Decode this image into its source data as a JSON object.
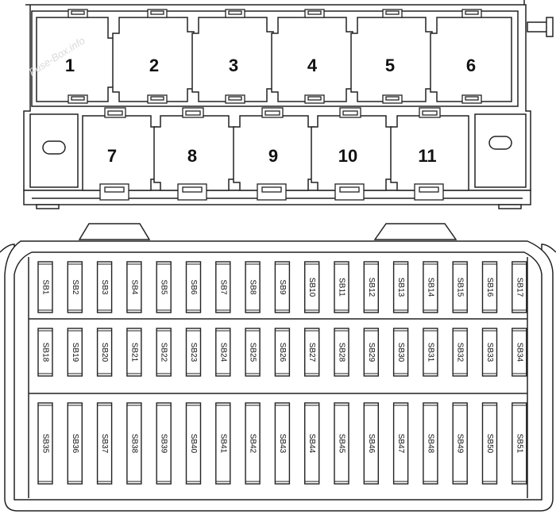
{
  "watermark": "Fuse-Box.info",
  "relays": {
    "upper_row": [
      "1",
      "2",
      "3",
      "4",
      "5",
      "6"
    ],
    "lower_row": [
      "7",
      "8",
      "9",
      "10",
      "11"
    ]
  },
  "fuses": {
    "row1": [
      "SB1",
      "SB2",
      "SB3",
      "SB4",
      "SB5",
      "SB6",
      "SB7",
      "SB8",
      "SB9",
      "SB10",
      "SB11",
      "SB12",
      "SB13",
      "SB14",
      "SB15",
      "SB16",
      "SB17"
    ],
    "row2": [
      "SB18",
      "SB19",
      "SB20",
      "SB21",
      "SB22",
      "SB23",
      "SB24",
      "SB25",
      "SB26",
      "SB27",
      "SB28",
      "SB29",
      "SB30",
      "SB31",
      "SB32",
      "SB33",
      "SB34"
    ],
    "row3": [
      "SB35",
      "SB36",
      "SB37",
      "SB38",
      "SB39",
      "SB40",
      "SB41",
      "SB42",
      "SB43",
      "SB44",
      "SB45",
      "SB46",
      "SB47",
      "SB48",
      "SB49",
      "SB50",
      "SB51"
    ]
  }
}
